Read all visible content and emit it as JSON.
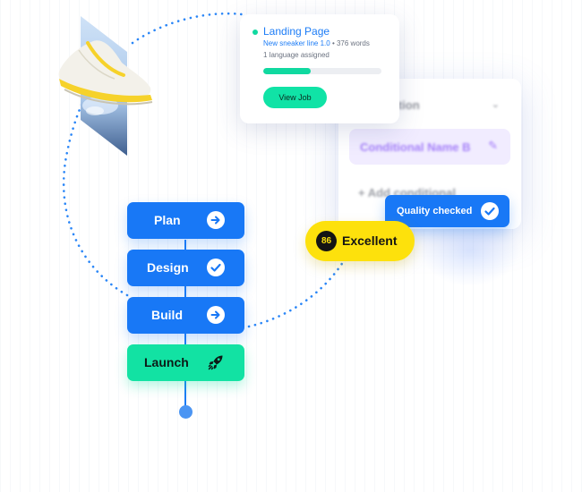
{
  "landing_card": {
    "title": "Landing Page",
    "project_link": "New sneaker line 1.0",
    "separator": " • ",
    "word_count": "376 words",
    "language_note": "1 language assigned",
    "progress_fraction": 0.4,
    "button_label": "View Job"
  },
  "builder_card": {
    "field_label": "Condition",
    "conditional_name": "Conditional Name B",
    "add_label": "+ Add conditional"
  },
  "pipeline": {
    "steps": [
      {
        "label": "Plan",
        "icon": "arrow-right-icon",
        "color": "#1878f6"
      },
      {
        "label": "Design",
        "icon": "check-circle-icon",
        "color": "#1878f6"
      },
      {
        "label": "Build",
        "icon": "arrow-right-icon",
        "color": "#1878f6"
      },
      {
        "label": "Launch",
        "icon": "rocket-icon",
        "color": "#12e2a3"
      }
    ]
  },
  "score_badge": {
    "score": "86",
    "label": "Excellent",
    "color": "#fde10c"
  },
  "quality_badge": {
    "label": "Quality checked",
    "icon": "check-circle-icon",
    "color": "#1878f6"
  },
  "images": {
    "product": "sneaker-image"
  },
  "colors": {
    "brand_blue": "#1878f6",
    "accent_green": "#12e2a3",
    "orbit_dots": "#2a86f7"
  }
}
